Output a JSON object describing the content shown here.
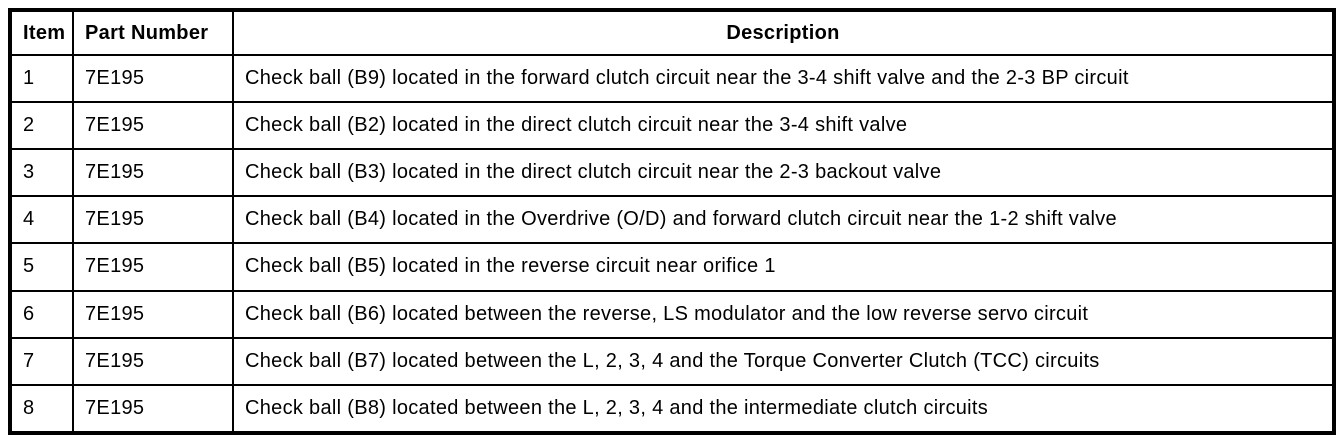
{
  "colors": {
    "border": "#000000",
    "background": "#ffffff",
    "text": "#000000"
  },
  "table": {
    "headers": {
      "item": "Item",
      "part_number": "Part Number",
      "description": "Description"
    },
    "rows": [
      {
        "item": "1",
        "part": "7E195",
        "desc": "Check ball (B9) located in the forward clutch circuit near the 3-4 shift valve and the 2-3 BP circuit"
      },
      {
        "item": "2",
        "part": "7E195",
        "desc": "Check ball (B2) located in the direct clutch circuit near the 3-4 shift valve"
      },
      {
        "item": "3",
        "part": "7E195",
        "desc": "Check ball (B3) located in the direct clutch circuit near the 2-3 backout valve"
      },
      {
        "item": "4",
        "part": "7E195",
        "desc": "Check ball (B4) located in the Overdrive (O/D) and forward clutch circuit near the 1-2 shift valve"
      },
      {
        "item": "5",
        "part": "7E195",
        "desc": "Check ball (B5) located in the reverse circuit near orifice 1"
      },
      {
        "item": "6",
        "part": "7E195",
        "desc": "Check ball (B6) located between the reverse, LS modulator and the low reverse servo circuit"
      },
      {
        "item": "7",
        "part": "7E195",
        "desc": "Check ball (B7) located between the L, 2, 3, 4 and the Torque Converter Clutch (TCC) circuits"
      },
      {
        "item": "8",
        "part": "7E195",
        "desc": "Check ball (B8) located between the L, 2, 3, 4 and the intermediate clutch circuits"
      }
    ]
  }
}
